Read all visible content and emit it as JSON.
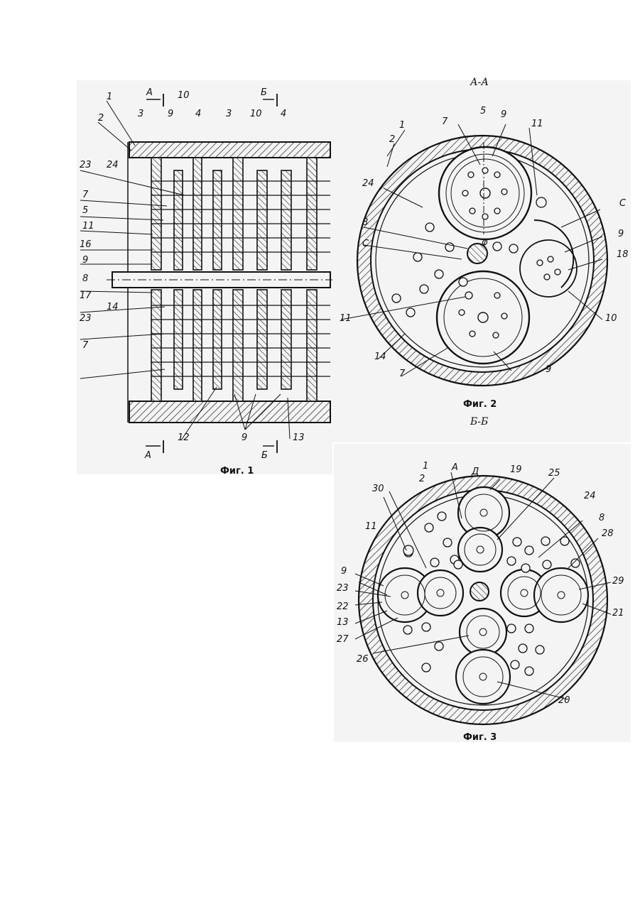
{
  "fig1": {
    "caption": "Фиг. 1",
    "section_a": "A",
    "section_b": "Б",
    "labels": [
      "1",
      "2",
      "3",
      "9",
      "10",
      "4",
      "3",
      "10",
      "4",
      "23",
      "24",
      "7",
      "5",
      "11",
      "16",
      "9",
      "8",
      "17",
      "14",
      "23",
      "7",
      "12",
      "9",
      "13"
    ]
  },
  "fig2": {
    "title": "А-А",
    "caption": "Фиг. 2",
    "labels": [
      "5",
      "9",
      "7",
      "11",
      "1",
      "2",
      "C",
      "24",
      "9",
      "8",
      "18",
      "C",
      "φ",
      "11",
      "10",
      "14",
      "7",
      "9"
    ]
  },
  "fig3": {
    "title": "Б-Б",
    "caption": "Фиг. 3",
    "labels": [
      "1",
      "A",
      "Д",
      "19",
      "25",
      "2",
      "30",
      "24",
      "8",
      "28",
      "11",
      "9",
      "23",
      "29",
      "22",
      "21",
      "13",
      "27",
      "26",
      "20"
    ]
  }
}
